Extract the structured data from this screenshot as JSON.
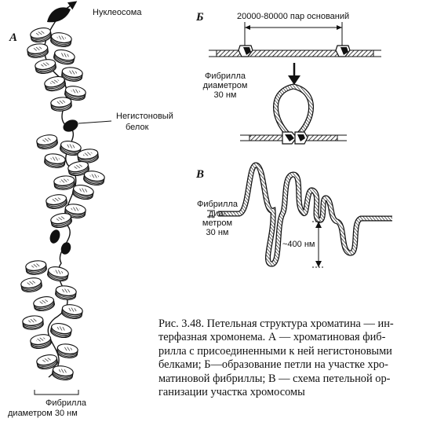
{
  "panels": {
    "a": {
      "letter": "А",
      "nucleosome_label": "Нуклеосома",
      "nonhistone_label_line1": "Негистоновый",
      "nonhistone_label_line2": "белок",
      "fibril_label_line1": "Фибрилла",
      "fibril_label_line2": "диаметром 30 нм"
    },
    "b": {
      "letter": "Б",
      "length_label": "20000-80000 пар оснований",
      "fibril_label_line1": "Фибрилла",
      "fibril_label_line2": "диаметром",
      "fibril_label_line3": "30 нм"
    },
    "v": {
      "letter": "В",
      "fibril_label_line1": "Фибрилла",
      "fibril_label_line2": "диа-",
      "fibril_label_line3": "метром",
      "fibril_label_line4": "30 нм",
      "loop_size_label": "~400 нм"
    }
  },
  "caption": {
    "line1": "Рис. 3.48. Петельная структура хроматина — ин-",
    "line2": "терфазная хромонема. А — хроматиновая фиб-",
    "line3": "рилла с присоединенными к ней негистоновыми",
    "line4": "белками; Б—образование петли на участке хро-",
    "line5": "матиновой фибриллы; В — схема петельной ор-",
    "line6": "ганизации участка хромосомы"
  }
}
